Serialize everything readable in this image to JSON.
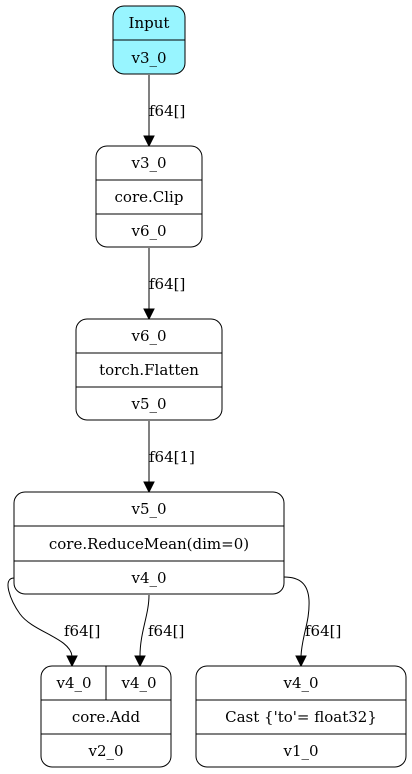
{
  "nodes": {
    "input": {
      "title": "Input",
      "output": "v3_0"
    },
    "clip": {
      "input": "v3_0",
      "op": "core.Clip",
      "output": "v6_0"
    },
    "flatten": {
      "input": "v6_0",
      "op": "torch.Flatten",
      "output": "v5_0"
    },
    "reducemean": {
      "input": "v5_0",
      "op": "core.ReduceMean(dim=0)",
      "output": "v4_0"
    },
    "add": {
      "input_a": "v4_0",
      "input_b": "v4_0",
      "op": "core.Add",
      "output": "v2_0"
    },
    "cast": {
      "input": "v4_0",
      "op": "Cast {'to'= float32}",
      "output": "v1_0"
    }
  },
  "edges": {
    "input_to_clip": "f64[]",
    "clip_to_flatten": "f64[]",
    "flatten_to_reducemean": "f64[1]",
    "reducemean_to_add_a": "f64[]",
    "reducemean_to_add_b": "f64[]",
    "reducemean_to_cast": "f64[]"
  }
}
